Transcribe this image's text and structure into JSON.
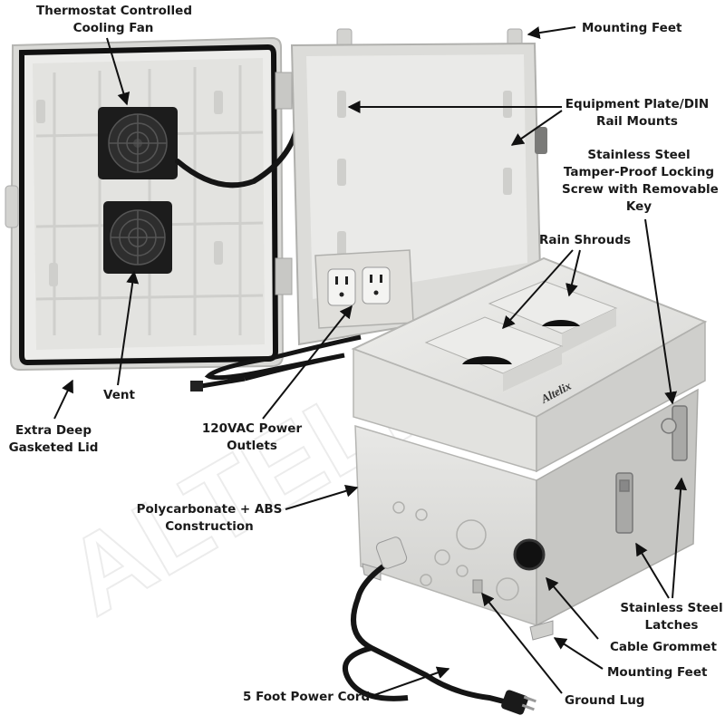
{
  "brand": {
    "logo_text": "Altelix"
  },
  "watermark": {
    "text": "ALTELIX"
  },
  "callouts": {
    "fan": [
      "Thermostat Controlled",
      "Cooling Fan"
    ],
    "mounting_feet_top": "Mounting Feet",
    "din_rail": [
      "Equipment Plate/DIN",
      "Rail Mounts"
    ],
    "locking_screw": [
      "Stainless Steel",
      "Tamper-Proof Locking",
      "Screw with Removable",
      "Key"
    ],
    "rain_shrouds": "Rain Shrouds",
    "vent": "Vent",
    "lid": [
      "Extra Deep",
      "Gasketed Lid"
    ],
    "outlets": [
      "120VAC Power",
      "Outlets"
    ],
    "construction": [
      "Polycarbonate + ABS",
      "Construction"
    ],
    "latches": [
      "Stainless Steel",
      "Latches"
    ],
    "grommet": "Cable Grommet",
    "mounting_feet_bottom": "Mounting Feet",
    "power_cord": "5 Foot Power Cord",
    "ground_lug": "Ground Lug"
  },
  "colors": {
    "enclosure": "#e4e4e2",
    "enclosure_shadow": "#c9c9c6",
    "gasket": "#111111",
    "fan": "#1c1c1c",
    "cord": "#151515",
    "outlet_plate": "#e0dfdb"
  }
}
